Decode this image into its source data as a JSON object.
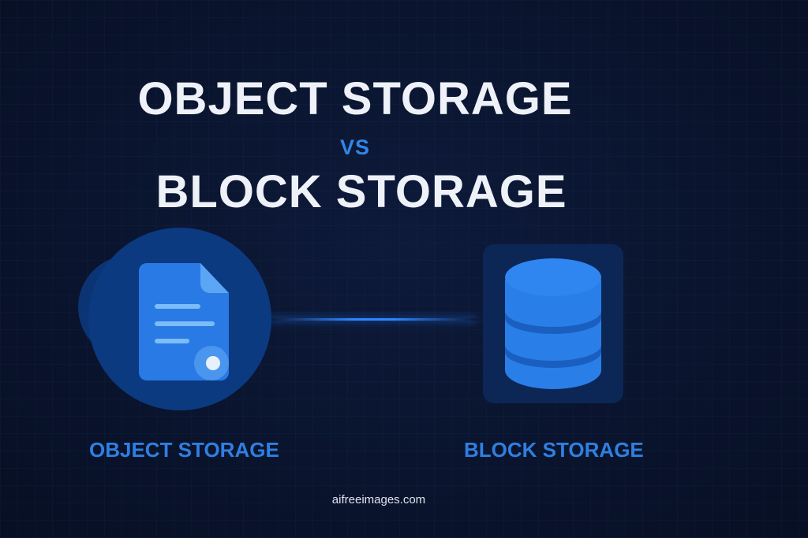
{
  "title": {
    "line1": "OBJECT STORAGE",
    "vs": "VS",
    "line2": "BLOCK STORAGE"
  },
  "labels": {
    "object": "OBJECT STORAGE",
    "block": "BLOCK STORAGE"
  },
  "watermark": "aifreeimages.com",
  "icons": {
    "object": "document-icon",
    "block": "database-icon"
  },
  "colors": {
    "accent": "#2f7fe0",
    "background": "#0a142e",
    "title": "#eef2f8"
  }
}
